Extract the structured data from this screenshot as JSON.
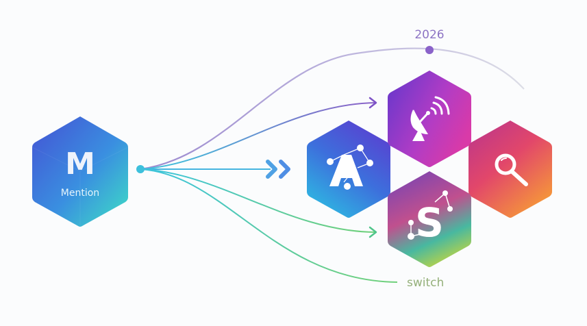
{
  "source_node": {
    "letter": "M",
    "label": "Mention",
    "colors": [
      "#3f5fd6",
      "#3ad9c6"
    ]
  },
  "timeline": {
    "year_label": "2026",
    "color": "#8d74c4"
  },
  "branch_end_label": "switch",
  "branch_end_color": "#94b07a",
  "target_nodes": [
    {
      "id": "a-network",
      "icon": "letter-a-network-icon",
      "colors": [
        "#4a44d0",
        "#2fb3e0"
      ]
    },
    {
      "id": "satellite",
      "icon": "satellite-dish-icon",
      "colors": [
        "#6a34c9",
        "#d53cb1"
      ]
    },
    {
      "id": "search",
      "icon": "magnifier-icon",
      "colors": [
        "#c8337e",
        "#f28c3c"
      ]
    },
    {
      "id": "s-network",
      "icon": "letter-s-network-icon",
      "colors": [
        "#6c49b7",
        "#5cc97c"
      ]
    }
  ]
}
